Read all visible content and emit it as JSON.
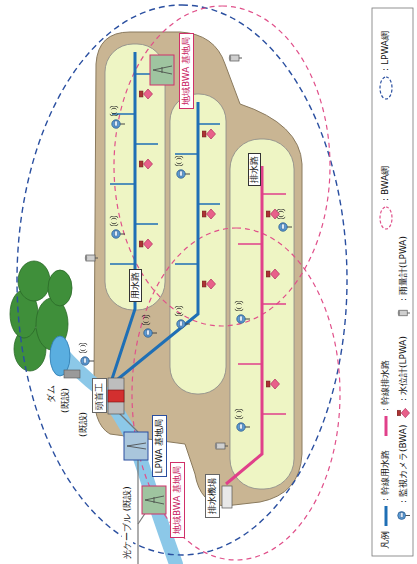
{
  "diagram": {
    "nodes": [
      {
        "text": [
          "頭首工"
        ]
      },
      {
        "text": [
          "LPWA 基地局"
        ]
      },
      {
        "text": [
          "地域BWA 基地局"
        ]
      },
      {
        "text": [
          "地域BWA 基地局"
        ]
      },
      {
        "text": [
          "排水機場"
        ]
      }
    ],
    "labels": [
      "ダム",
      "(既設)",
      "(既設)",
      "用水路",
      "排水路",
      "光ケーブル (既設)",
      "凡例"
    ],
    "legend": [
      {
        "text": "：幹線用水路"
      },
      {
        "text": "：幹線排水路"
      },
      {
        "text": "：BWA網"
      },
      {
        "text": "：LPWA網"
      },
      {
        "text": "：監視カメラ(BWA)"
      },
      {
        "text": "：水位計(LPWA)"
      },
      {
        "text": "：雨量計(LPWA)"
      }
    ]
  }
}
